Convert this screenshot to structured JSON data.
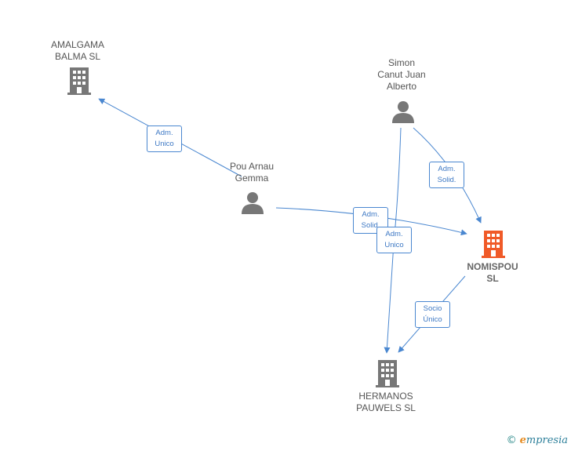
{
  "nodes": {
    "amalgama": {
      "label": "AMALGAMA\nBALMA  SL"
    },
    "simon": {
      "label": "Simon\nCanut Juan\nAlberto"
    },
    "pou": {
      "label": "Pou Arnau\nGemma"
    },
    "nomispou": {
      "label": "NOMISPOU\nSL"
    },
    "hermanos": {
      "label": "HERMANOS\nPAUWELS SL"
    }
  },
  "edges": {
    "pou_amalgama": {
      "label": "Adm.\nUnico"
    },
    "simon_nomispou": {
      "label": "Adm.\nSolid."
    },
    "pou_nomispou": {
      "label": "Adm.\nSolid."
    },
    "simon_hermanos": {
      "label": "Adm.\nUnico"
    },
    "nomispou_hermanos": {
      "label": "Socio\nÚnico"
    }
  },
  "footer": {
    "copyright": "©",
    "brand_initial": "e",
    "brand_rest": "mpresia"
  },
  "colors": {
    "edge": "#4a87d0",
    "company": "#777777",
    "focus_company": "#f05a28",
    "person": "#777777"
  }
}
